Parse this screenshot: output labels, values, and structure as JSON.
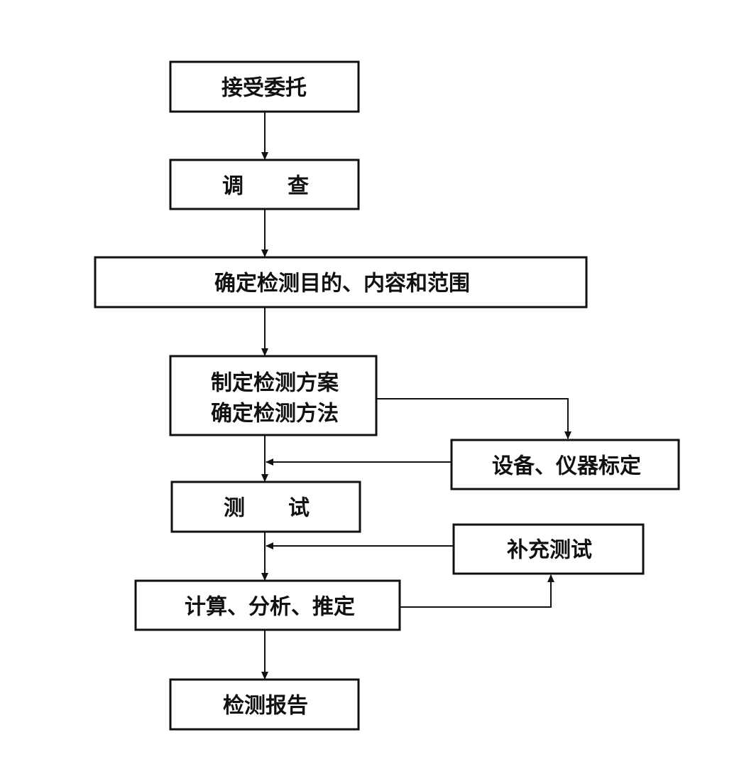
{
  "nodes": {
    "accept": {
      "text": "接受委托"
    },
    "survey": {
      "text_a": "调",
      "text_b": "查"
    },
    "determine": {
      "text": "确定检测目的、内容和范围"
    },
    "plan": {
      "line1": "制定检测方案",
      "line2": "确定检测方法"
    },
    "calibrate": {
      "text": "设备、仪器标定"
    },
    "test": {
      "text_a": "测",
      "text_b": "试"
    },
    "supplement": {
      "text": "补充测试"
    },
    "compute": {
      "text": "计算、分析、推定"
    },
    "report": {
      "text": "检测报告"
    }
  },
  "colors": {
    "stroke": "#111111",
    "background": "#ffffff"
  }
}
